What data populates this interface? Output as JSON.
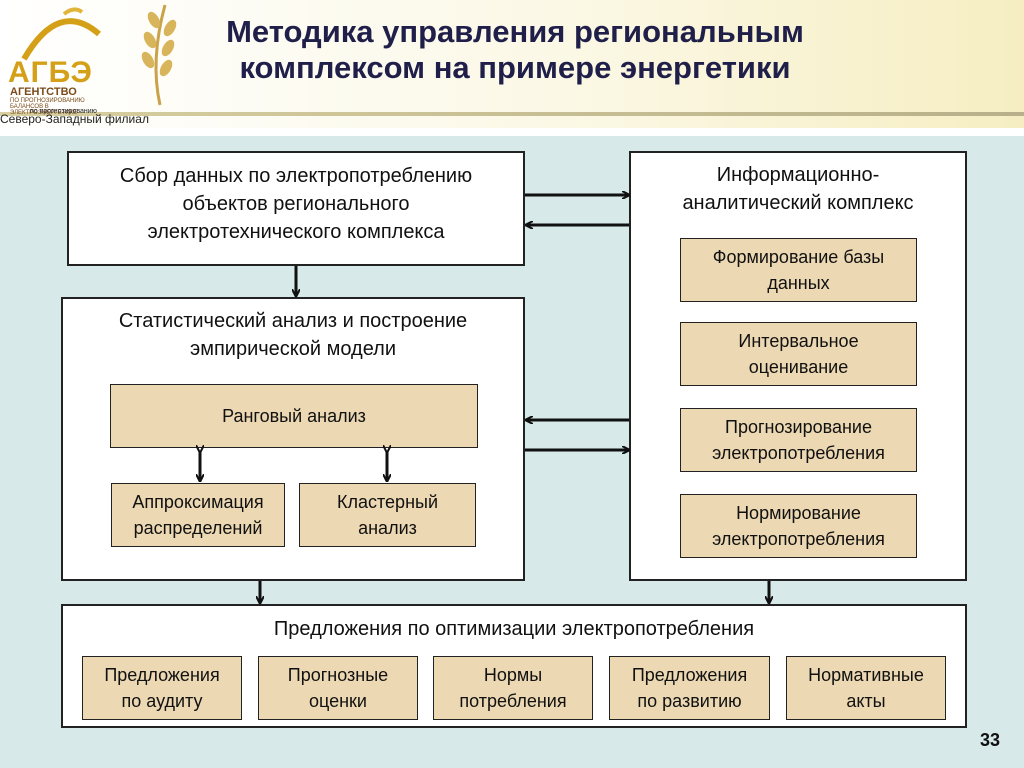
{
  "header": {
    "title": "Методика управления региональным\nкомплексом на примере энергетики",
    "logo_main": "АГБЭ",
    "logo_sub": "АГЕНТСТВО",
    "logo_sub2": "ПО ПРОГНОЗИРОВАНИЮ\nБАЛАНСОВ В ЭЛЕКТРОЭНЕРГЕТИКЕ",
    "branch_over": "по прогнозированию",
    "branch": "Северо-Западный филиал"
  },
  "diagram": {
    "data_collection": "Сбор данных по электропотреблению\nобъектов регионального\nэлектротехнического комплекса",
    "info_complex": {
      "title": "Информационно-\nаналитический комплекс",
      "items": [
        "Формирование базы\nданных",
        "Интервальное\nоценивание",
        "Прогнозирование\nэлектропотребления",
        "Нормирование\nэлектропотребления"
      ]
    },
    "stat_analysis": {
      "title": "Статистический анализ и построение\nэмпирической модели",
      "rank": "Ранговый анализ",
      "approx": "Аппроксимация\nраспределений",
      "cluster": "Кластерный\nанализ"
    },
    "proposals": {
      "title": "Предложения по оптимизации электропотребления",
      "items": [
        "Предложения\nпо аудиту",
        "Прогнозные\nоценки",
        "Нормы\nпотребления",
        "Предложения\nпо развитию",
        "Нормативные\nакты"
      ]
    }
  },
  "page_number": "33"
}
